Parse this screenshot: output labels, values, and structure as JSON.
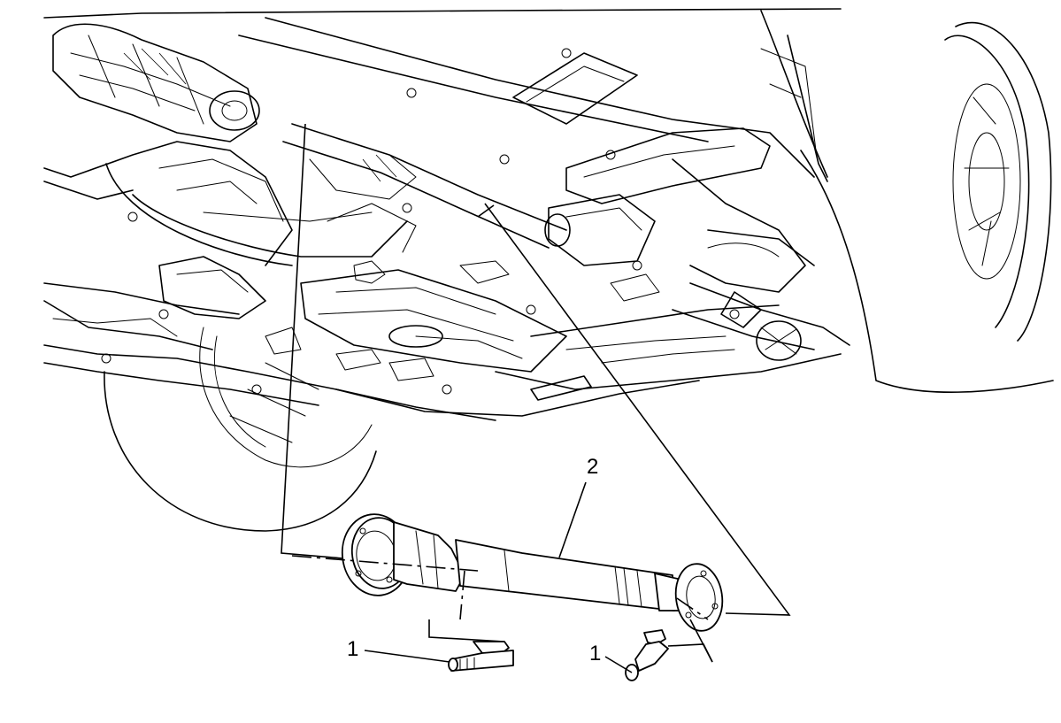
{
  "diagram": {
    "callouts": [
      {
        "id": "callout-bolt-front",
        "text": "1"
      },
      {
        "id": "callout-bolt-rear",
        "text": "1"
      },
      {
        "id": "callout-propeller-shaft",
        "text": "2"
      }
    ]
  }
}
